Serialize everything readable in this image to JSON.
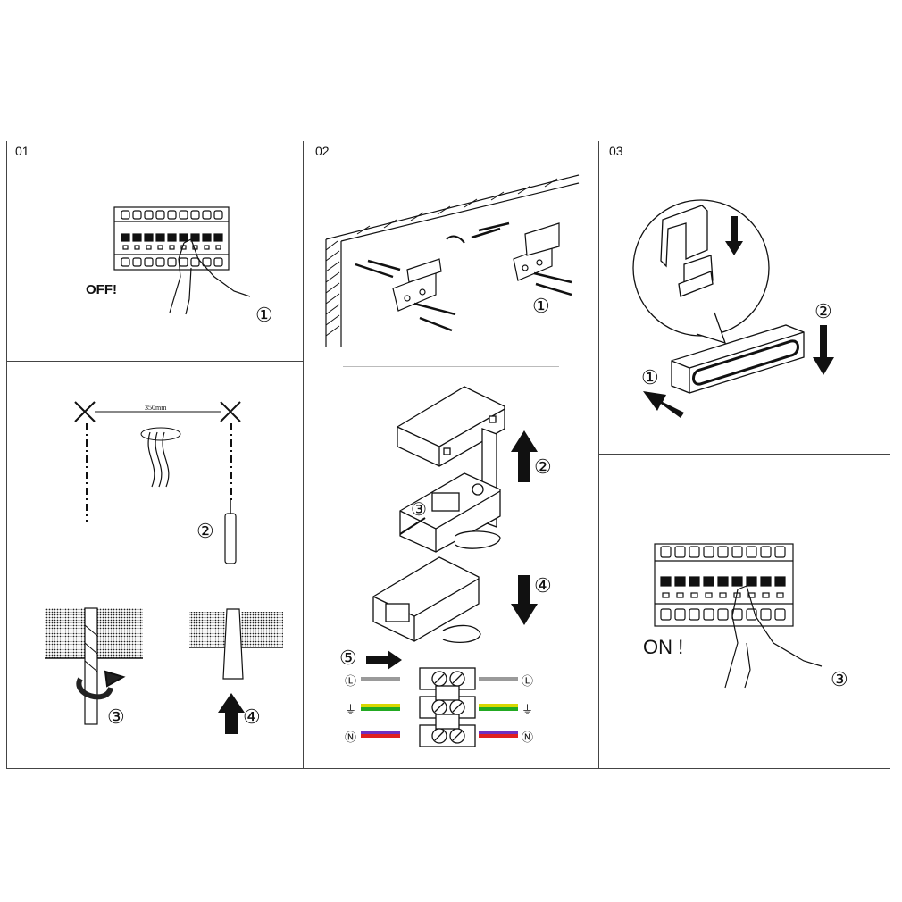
{
  "panels": {
    "p01": {
      "label": "01",
      "off_text": "OFF!",
      "step1": "①"
    },
    "p02": {
      "label": "02",
      "step1": "①",
      "step2": "②",
      "step3": "③",
      "step4": "④",
      "step5": "⑤",
      "terminals": [
        {
          "symbol": "Ⓛ",
          "wire_color": "#9a9a9a"
        },
        {
          "symbol": "⏚",
          "wire_color": "#d8d800"
        },
        {
          "symbol": "Ⓝ",
          "wire_color": "#7030c0"
        }
      ]
    },
    "p03": {
      "label": "03",
      "step1": "①",
      "step2": "②",
      "on_text": "ON !",
      "step3": "③"
    },
    "drill": {
      "distance": "350mm",
      "step2": "②",
      "step3": "③",
      "step4": "④"
    }
  },
  "colors": {
    "line": "#444444",
    "wire_earth_stripe": "#22aa22",
    "wire_neutral_stripe": "#e02020",
    "wire_live": "#9a9a9a"
  }
}
